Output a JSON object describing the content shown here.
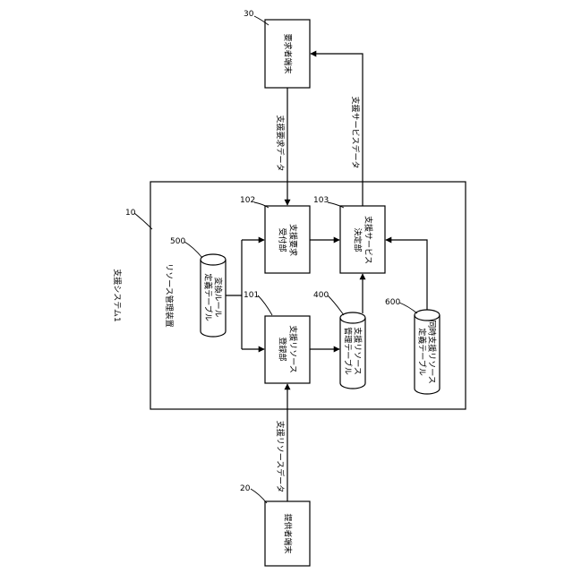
{
  "system": {
    "label": "支援システム1",
    "ref": "10"
  },
  "manager": {
    "label": "リソース管理装置"
  },
  "provider_terminal": {
    "label": "提供者端末",
    "ref": "20"
  },
  "requester_terminal": {
    "label": "要求者端末",
    "ref": "30"
  },
  "registration_unit": {
    "line1": "支援リソース",
    "line2": "登録部",
    "ref": "101"
  },
  "request_receiving_unit": {
    "line1": "支援要求",
    "line2": "受付部",
    "ref": "102"
  },
  "service_decision_unit": {
    "line1": "支援サービス",
    "line2": "決定部",
    "ref": "103"
  },
  "resource_table": {
    "line1": "支援リソース",
    "line2": "管理テーブル",
    "ref": "400"
  },
  "conversion_rule_table": {
    "line1": "変換ルール",
    "line2": "定義テーブル",
    "ref": "500"
  },
  "simultaneous_table": {
    "line1": "同時支援リソース",
    "line2": "定義テーブル",
    "ref": "600"
  },
  "flows": {
    "resource_data": "支援リソースデータ",
    "request_data": "支援要求データ",
    "service_data": "支援サービスデータ"
  }
}
